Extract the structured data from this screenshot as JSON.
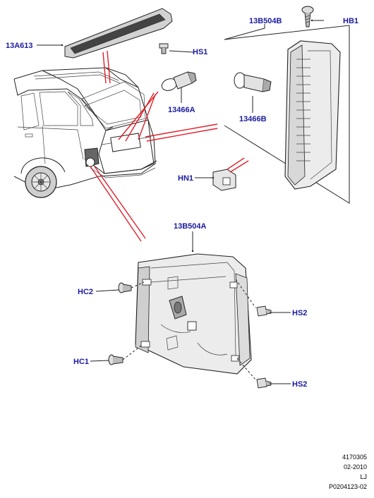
{
  "callouts": {
    "hb1": "HB1",
    "b504b": "13B504B",
    "a613": "13A613",
    "hs1": "HS1",
    "a466a": "13466A",
    "a466b": "13466B",
    "hn1": "HN1",
    "b504a": "13B504A",
    "hc2": "HC2",
    "hs2a": "HS2",
    "hc1": "HC1",
    "hs2b": "HS2"
  },
  "footer": {
    "line1": "4170305",
    "line2": "02-2010",
    "line3": "LJ",
    "line4": "P0204123-02"
  }
}
